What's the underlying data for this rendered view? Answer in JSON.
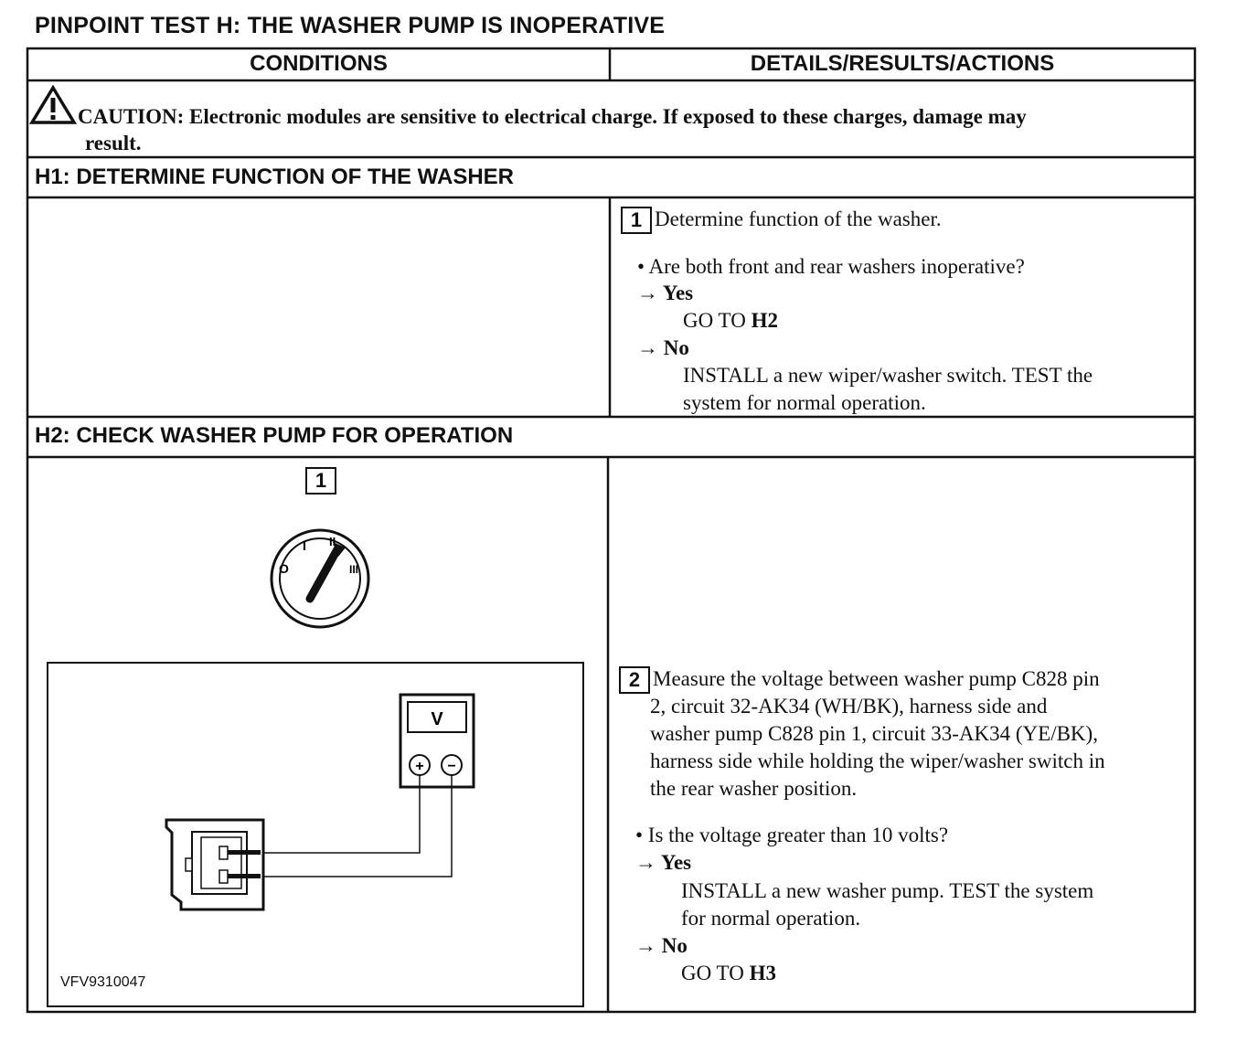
{
  "title": "PINPOINT TEST H: THE WASHER PUMP IS INOPERATIVE",
  "columns": {
    "left": "CONDITIONS",
    "right": "DETAILS/RESULTS/ACTIONS"
  },
  "caution": {
    "icon": "warning-triangle-icon",
    "line1": "CAUTION: Electronic modules are sensitive to electrical charge. If exposed to these charges, damage may",
    "line2": "result."
  },
  "h1": {
    "heading": "H1: DETERMINE FUNCTION OF THE WASHER",
    "step_num": "1",
    "step_text": "Determine function of the washer.",
    "question": "• Are both front and rear washers inoperative?",
    "yes_label": "→ Yes",
    "yes_action_prefix": "GO TO ",
    "yes_action_target": "H2",
    "no_label": "→ No",
    "no_action_line1": "INSTALL a new wiper/washer switch. TEST the",
    "no_action_line2": "system for normal operation."
  },
  "h2": {
    "heading": "H2: CHECK WASHER PUMP FOR OPERATION",
    "figure_step_num": "1",
    "ignition_positions": [
      "O",
      "I",
      "II",
      "III"
    ],
    "meter_label": "V",
    "meter_plus": "+",
    "meter_minus": "−",
    "figure_id": "VFV9310047",
    "step_num": "2",
    "step_lines": [
      "Measure the voltage between washer pump C828 pin",
      "2, circuit 32-AK34 (WH/BK), harness side and",
      "washer pump C828 pin 1, circuit 33-AK34 (YE/BK),",
      "harness side while holding the wiper/washer switch in",
      "the rear washer position."
    ],
    "question": "• Is the voltage greater than 10 volts?",
    "yes_label": "→ Yes",
    "yes_action_line1": "INSTALL a new washer pump. TEST the system",
    "yes_action_line2": "for normal operation.",
    "no_label": "→ No",
    "no_action_prefix": "GO TO ",
    "no_action_target": "H3"
  }
}
